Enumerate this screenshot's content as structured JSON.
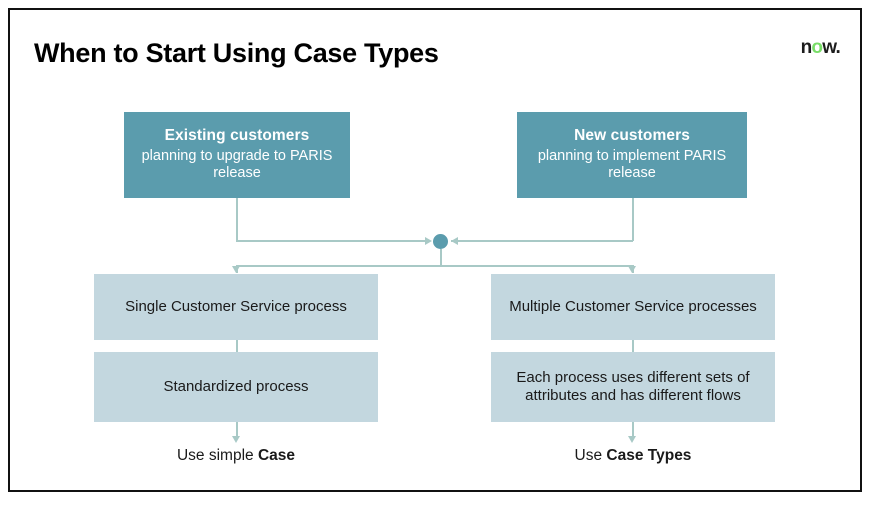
{
  "slide": {
    "title": "When to Start Using Case Types",
    "brand": {
      "before": "n",
      "o": "o",
      "after": "w."
    }
  },
  "colors": {
    "teal_box": "#5b9cad",
    "light_box": "#c3d7df",
    "connector": "#a8c9c6",
    "logo_accent": "#62d84e",
    "border": "#111111"
  },
  "diagram": {
    "top_nodes": [
      {
        "id": "existing-customers",
        "title": "Existing customers",
        "subtitle": "planning to upgrade to PARIS release"
      },
      {
        "id": "new-customers",
        "title": "New customers",
        "subtitle": "planning to implement PARIS release"
      }
    ],
    "branches": [
      {
        "id": "simple-case",
        "steps": [
          "Single Customer Service process",
          "Standardized process"
        ],
        "outcome_prefix": "Use simple ",
        "outcome_strong": "Case"
      },
      {
        "id": "case-types",
        "steps": [
          "Multiple Customer Service processes",
          "Each process uses different sets of attributes and has different flows"
        ],
        "outcome_prefix": "Use ",
        "outcome_strong": "Case Types"
      }
    ],
    "junction": {
      "id": "merge-node",
      "label": "merge-junction"
    }
  }
}
